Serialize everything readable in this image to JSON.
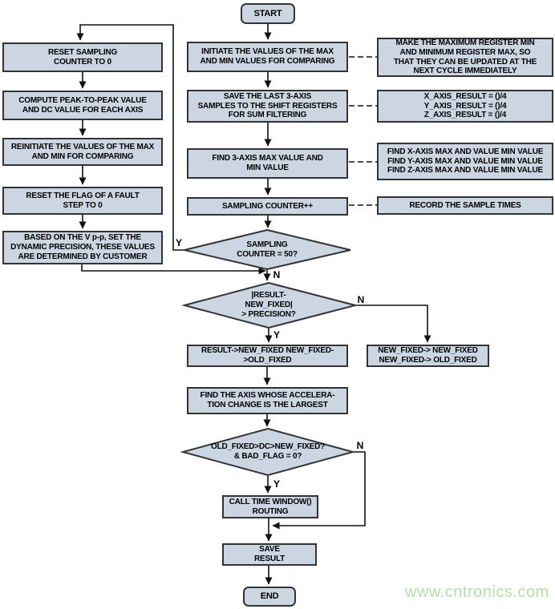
{
  "diagram": {
    "type": "flowchart",
    "watermark": "www.cntronics.com",
    "colors": {
      "node_fill": "#ccd6e3",
      "node_border": "#333333",
      "line": "#111111",
      "watermark_green": "#b7dfa8",
      "background": "#ffffff"
    },
    "nodes": {
      "start": "START",
      "end": "END",
      "left_1": "RESET SAMPLING\nCOUNTER TO 0",
      "left_2": "COMPUTE PEAK-TO-PEAK VALUE\nAND DC VALUE FOR EACH AXIS",
      "left_3": "REINITIATE THE VALUES OF THE MAX\nAND MIN FOR COMPARING",
      "left_4": "RESET THE FLAG OF A FAULT\nSTEP TO 0",
      "left_5": "BASED ON THE V p-p, SET THE\nDYNAMIC PRECISION, THESE VALUES\nARE DETERMINED BY CUSTOMER",
      "mid_1": "INITIATE THE VALUES OF THE MAX\nAND MIN VALUES FOR COMPARING",
      "mid_2": "SAVE THE LAST 3-AXIS\nSAMPLES TO THE SHIFT REGISTERS\nFOR SUM FILTERING",
      "mid_3": "FIND 3-AXIS MAX VALUE AND\nMIN VALUE",
      "mid_4": "SAMPLING COUNTER++",
      "decision_1": "SAMPLING\nCOUNTER = 50?",
      "decision_2": "|RESULT-\nNEW_FIXED|\n> PRECISION?",
      "mid_5": "RESULT->NEW_FIXED NEW_FIXED-\n>OLD_FIXED",
      "mid_6": "FIND THE AXIS WHOSE ACCELERA-\nTION CHANGE IS THE LARGEST",
      "decision_3": "OLD_FIXED>DC>NEW_FIXED?\n& BAD_FLAG = 0?",
      "mid_7": "CALL TIME WINDOW()\nROUTING",
      "mid_8": "SAVE\nRESULT",
      "right_1": "MAKE THE MAXIMUM REGISTER MIN\nAND MINIMUM REGISTER MAX, SO\nTHAT THEY CAN BE UPDATED AT THE\nNEXT CYCLE IMMEDIATELY",
      "right_2": "X_AXIS_RESULT = ()/4\nY_AXIS_RESULT = ()/4\nZ_AXIS_RESULT = ()/4",
      "right_3": "FIND X-AXIS MAX AND VALUE MIN VALUE\nFIND Y-AXIS MAX AND VALUE MIN VALUE\nFIND Z-AXIS MAX AND VALUE MIN VALUE",
      "right_4": "RECORD THE SAMPLE TIMES",
      "right_5": "NEW_FIXED-> NEW_FIXED\nNEW_FIXED-> OLD_FIXED"
    },
    "branch_labels": {
      "d1_yes": "Y",
      "d1_no": "N",
      "d2_yes": "Y",
      "d2_no": "N",
      "d3_yes": "Y",
      "d3_no": "N"
    }
  }
}
